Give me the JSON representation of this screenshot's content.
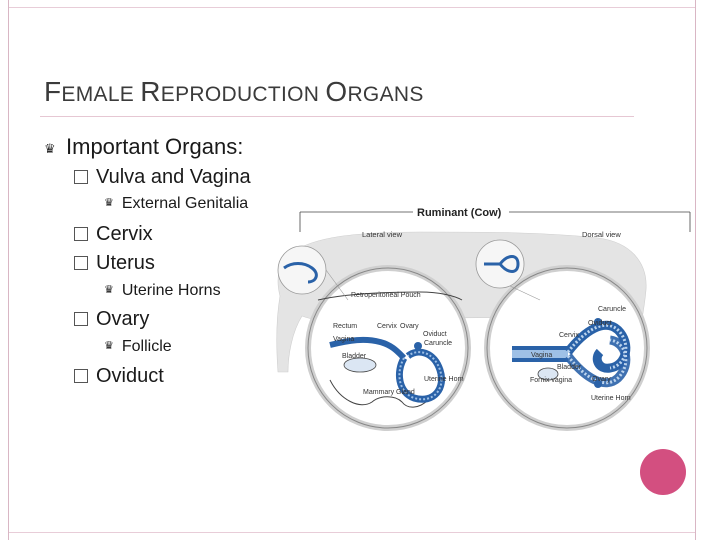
{
  "title": {
    "first": "F",
    "rest1": "EMALE ",
    "second": "R",
    "rest2": "EPRODUCTION ",
    "third": "O",
    "rest3": "RGANS"
  },
  "bullets": {
    "important": "Important Organs:",
    "vulva": "Vulva and Vagina",
    "external": "External Genitalia",
    "cervix": "Cervix",
    "uterus": "Uterus",
    "horns": "Uterine Horns",
    "ovary": "Ovary",
    "follicle": "Follicle",
    "oviduct": "Oviduct"
  },
  "figure": {
    "title": "Ruminant (Cow)",
    "lateral_view": "Lateral view",
    "dorsal_view": "Dorsal view",
    "labels_left": {
      "retroperitoneal": "Retroperitoneal Pouch",
      "rectum": "Rectum",
      "cervix": "Cervix",
      "ovary": "Ovary",
      "oviduct": "Oviduct",
      "vagina": "Vagina",
      "caruncle": "Caruncle",
      "bladder": "Bladder",
      "uterine_horn": "Uterine Horn",
      "mammary": "Mammary Gland"
    },
    "labels_right": {
      "caruncle": "Caruncle",
      "oviduct": "Oviduct",
      "cervix": "Cervix",
      "vagina": "Vagina",
      "bladder": "Bladder",
      "fornix": "Fornix vagina",
      "ovary": "Ovary",
      "uterine_horn": "Uterine Horn"
    }
  },
  "colors": {
    "accent": "#d34f80",
    "frame": "#d9b6c4",
    "organ_blue": "#2a62a8"
  }
}
